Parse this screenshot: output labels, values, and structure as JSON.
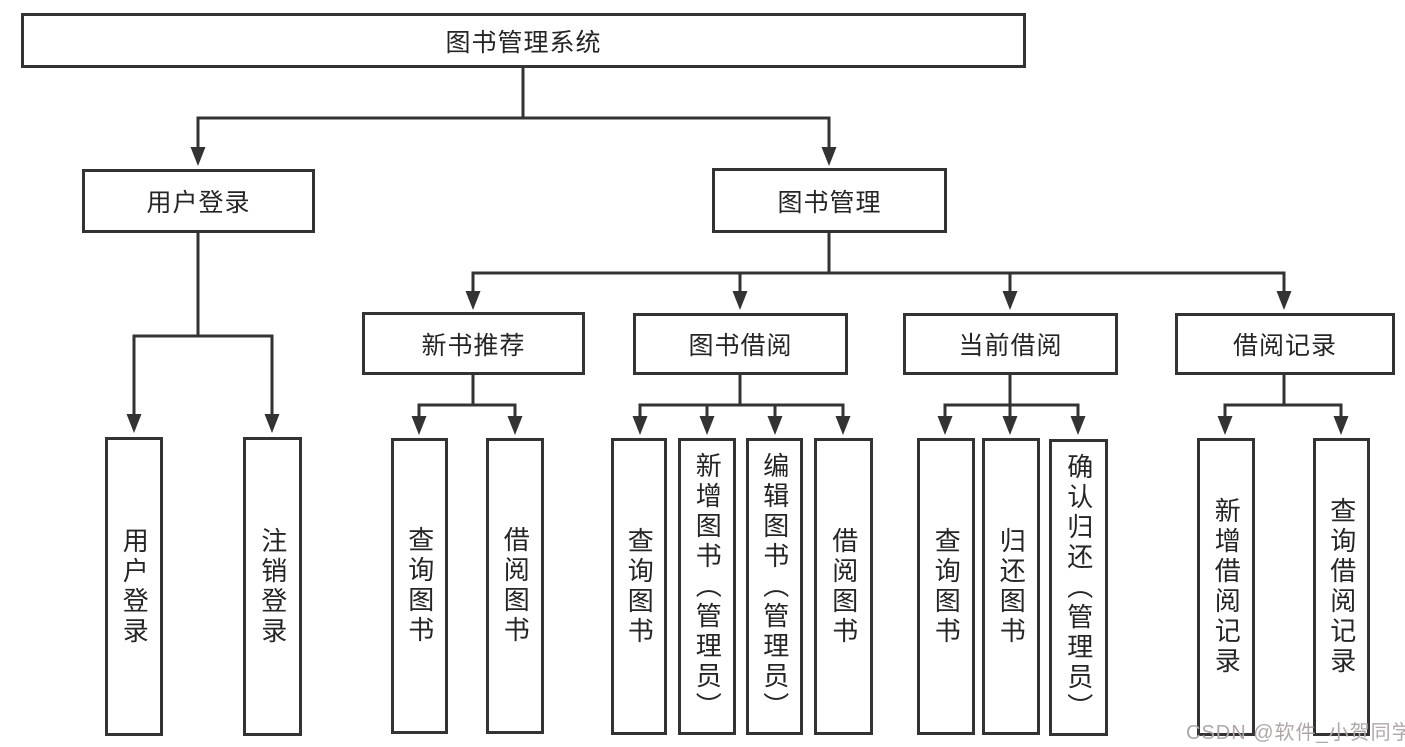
{
  "diagram": {
    "root": {
      "label": "图书管理系统"
    },
    "user_login": {
      "label": "用户登录",
      "children": [
        {
          "label": "用户登录"
        },
        {
          "label": "注销登录"
        }
      ]
    },
    "book_management": {
      "label": "图书管理",
      "sections": [
        {
          "label": "新书推荐",
          "children": [
            {
              "label": "查询图书"
            },
            {
              "label": "借阅图书"
            }
          ]
        },
        {
          "label": "图书借阅",
          "children": [
            {
              "label": "查询图书"
            },
            {
              "label": "新增图书（管理员）"
            },
            {
              "label": "编辑图书（管理员）"
            },
            {
              "label": "借阅图书"
            }
          ]
        },
        {
          "label": "当前借阅",
          "children": [
            {
              "label": "查询图书"
            },
            {
              "label": "归还图书"
            },
            {
              "label": "确认归还（管理员）"
            }
          ]
        },
        {
          "label": "借阅记录",
          "children": [
            {
              "label": "新增借阅记录"
            },
            {
              "label": "查询借阅记录"
            }
          ]
        }
      ]
    }
  },
  "watermark": {
    "text": "CSDN @软件_小贺同学",
    "color": "#b1a7a7"
  },
  "colors": {
    "line": "#333333",
    "box_border": "#333333",
    "text": "#252525",
    "background": "#ffffff"
  }
}
